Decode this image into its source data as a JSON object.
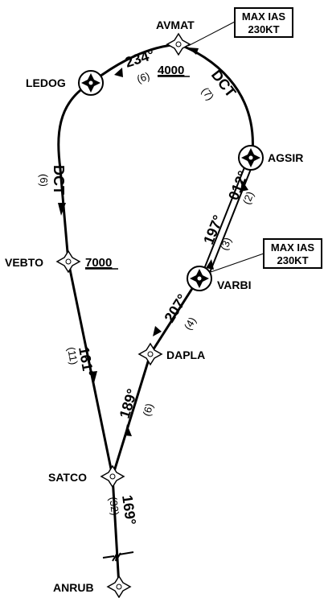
{
  "chart": {
    "colors": {
      "ink": "#000000",
      "paper": "#ffffff"
    },
    "fixes": {
      "avmat": {
        "name": "AVMAT",
        "symbol": "rnav-waypoint-icon"
      },
      "ledog": {
        "name": "LEDOG",
        "symbol": "fly-over-waypoint-icon"
      },
      "agsir": {
        "name": "AGSIR",
        "symbol": "fly-over-waypoint-icon"
      },
      "vebto": {
        "name": "VEBTO",
        "symbol": "rnav-waypoint-icon"
      },
      "varbi": {
        "name": "VARBI",
        "symbol": "fly-over-waypoint-icon"
      },
      "dapla": {
        "name": "DAPLA",
        "symbol": "rnav-waypoint-icon"
      },
      "satco": {
        "name": "SATCO",
        "symbol": "rnav-waypoint-icon"
      },
      "anrub": {
        "name": "ANRUB",
        "symbol": "rnav-waypoint-icon"
      }
    },
    "legs": {
      "satco_anrub": {
        "course": "169°",
        "distance": "(32)"
      },
      "vebto_satco": {
        "course": "161°",
        "distance": "(11)"
      },
      "satco_dapla": {
        "course": "189°",
        "distance": "(6)"
      },
      "dapla_varbi": {
        "course": "207°",
        "distance": "(4)"
      },
      "varbi_agsir": {
        "course": "197°",
        "distance": "(3)"
      },
      "agsir_var": {
        "course": "012°",
        "distance": "(2)"
      },
      "agsir_avmat": {
        "course": "DCT",
        "distance": "(7)"
      },
      "avmat_ledog": {
        "course": "234°",
        "distance": "(6)"
      },
      "ledog_vebto": {
        "course": "DCT",
        "distance": "(6)"
      }
    },
    "altitudes": {
      "avmat": "4000",
      "vebto": "7000"
    },
    "speed_limits": {
      "avmat": {
        "line1": "MAX IAS",
        "line2": "230KT"
      },
      "varbi": {
        "line1": "MAX IAS",
        "line2": "230KT"
      }
    }
  }
}
